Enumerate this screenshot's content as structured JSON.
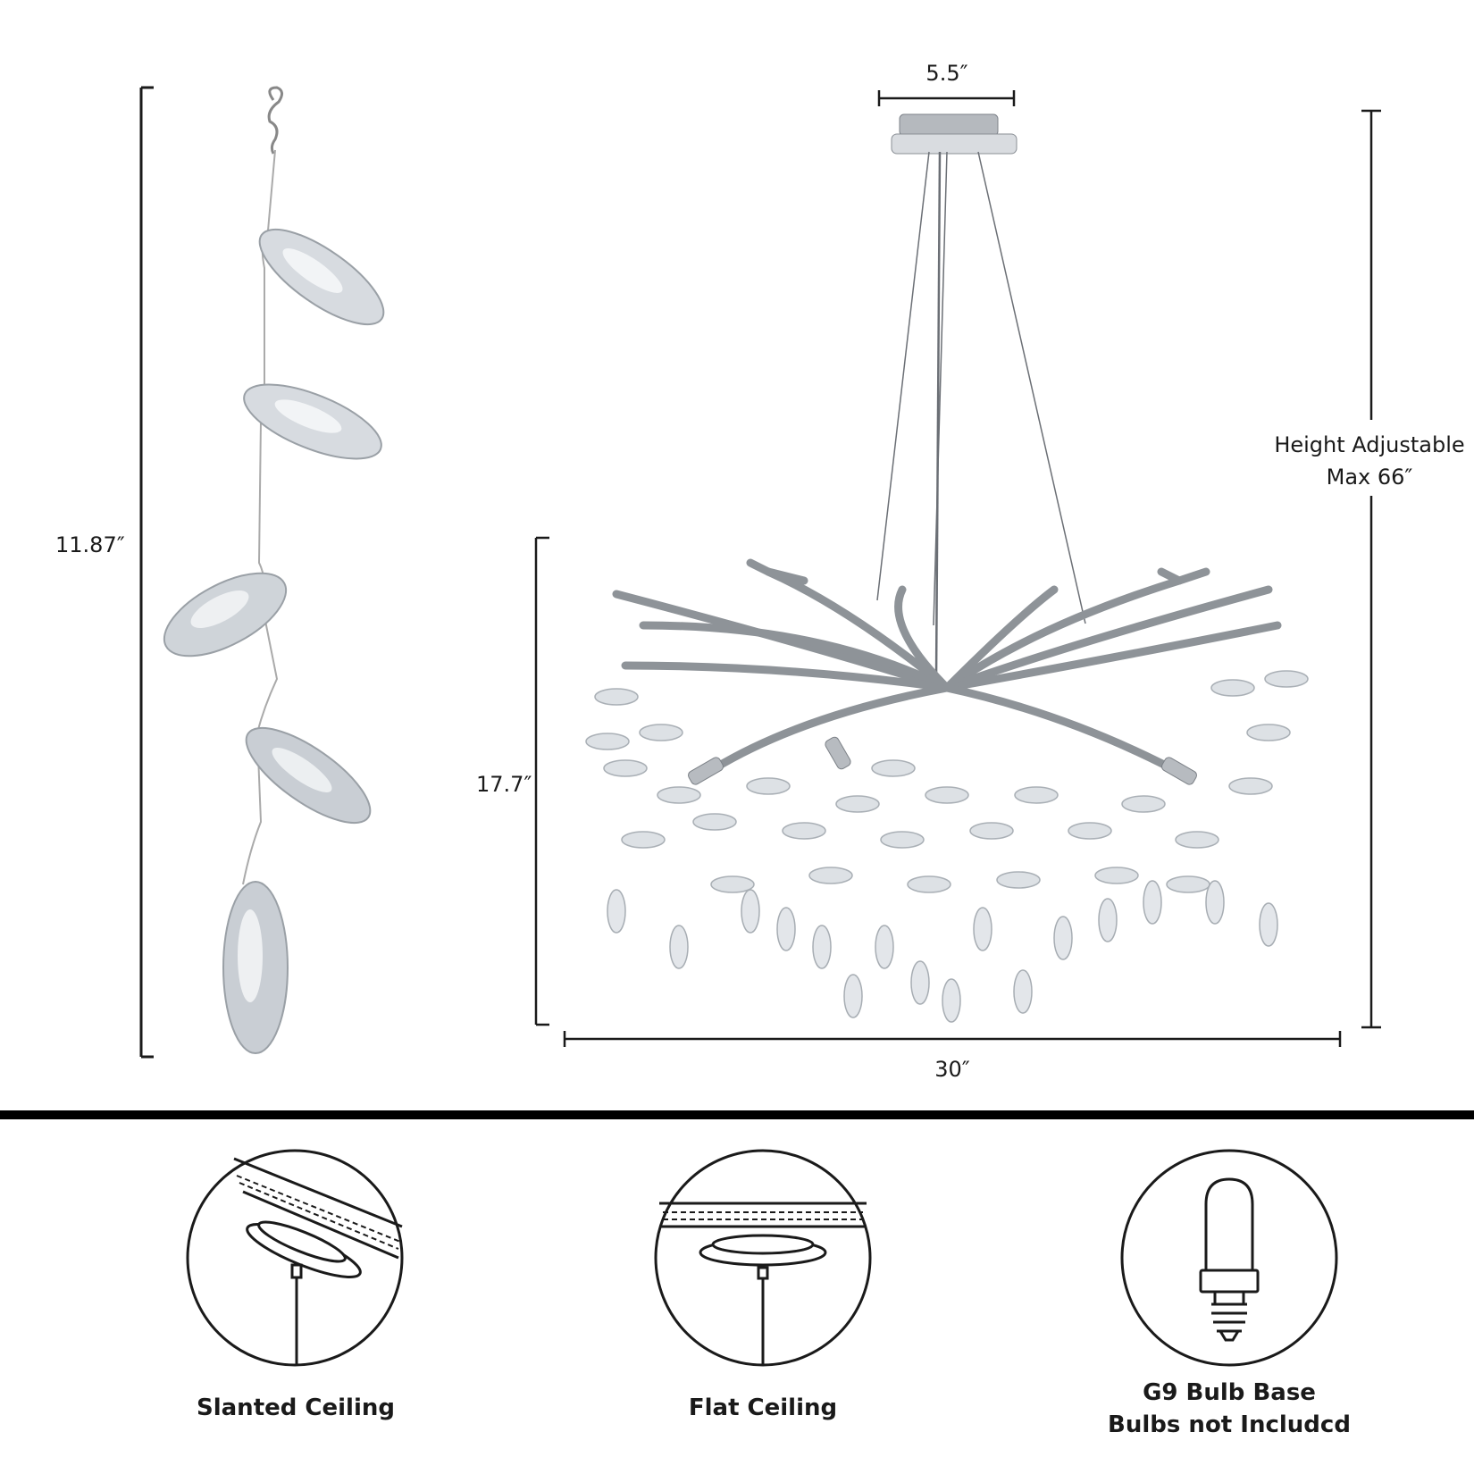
{
  "dimensions": {
    "canopy_width": "5.5″",
    "crystal_strand_length": "11.87″",
    "fixture_height": "17.7″",
    "fixture_width": "30″",
    "height_adjustable_line1": "Height Adjustable",
    "height_adjustable_line2": "Max 66″"
  },
  "features": [
    {
      "label": "Slanted Ceiling",
      "icon": "slanted-ceiling-icon"
    },
    {
      "label": "Flat Ceiling",
      "icon": "flat-ceiling-icon"
    },
    {
      "label_line1": "G9 Bulb Base",
      "label_line2": "Bulbs not Includcd",
      "icon": "g9-bulb-icon"
    }
  ],
  "colors": {
    "line": "#1a1a1a",
    "chrome": "#9a9ea3",
    "crystal": "#c9ced4",
    "divider": "#000000"
  }
}
